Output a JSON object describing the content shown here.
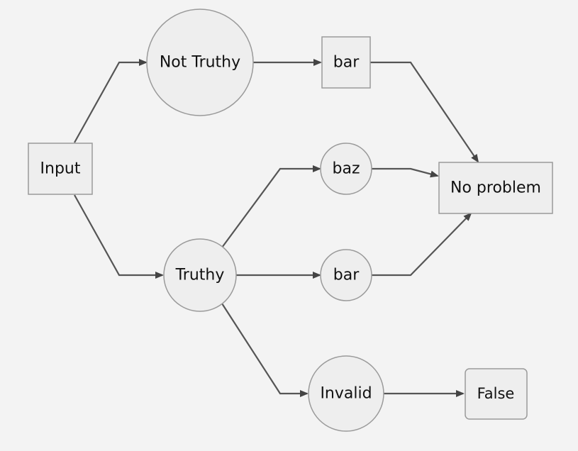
{
  "diagram": {
    "nodes": {
      "input": "Input",
      "not_truthy": "Not Truthy",
      "bar_top": "bar",
      "baz": "baz",
      "no_problem": "No problem",
      "truthy": "Truthy",
      "bar_mid": "bar",
      "invalid": "Invalid",
      "false": "False"
    }
  }
}
